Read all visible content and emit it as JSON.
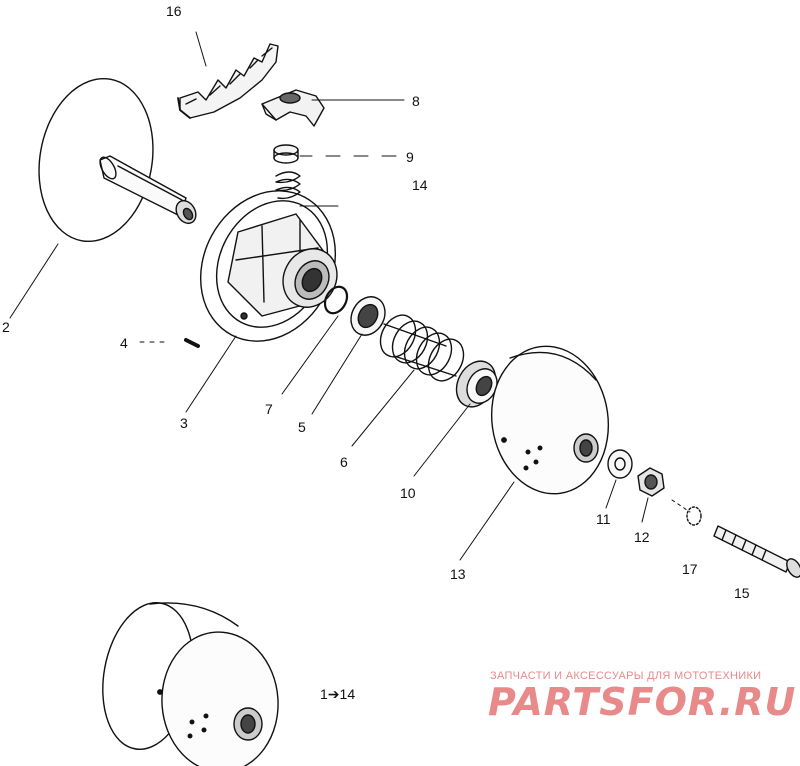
{
  "callouts": {
    "c1": "1",
    "c2": "2",
    "c3": "3",
    "c4": "4",
    "c5": "5",
    "c6": "6",
    "c7": "7",
    "c8": "8",
    "c9": "9",
    "c10": "10",
    "c11": "11",
    "c12": "12",
    "c13": "13",
    "c14": "14",
    "c15": "15",
    "c16": "16",
    "c17": "17"
  },
  "assembly_note": {
    "from": "1",
    "arrow": "➔",
    "to": "14"
  },
  "watermark": {
    "tagline": "ЗАПЧАСТИ И АКСЕССУАРЫ ДЛЯ МОТОТЕХНИКИ",
    "logo": "PARTSFOR.RU",
    "color": "#e88a8a"
  }
}
